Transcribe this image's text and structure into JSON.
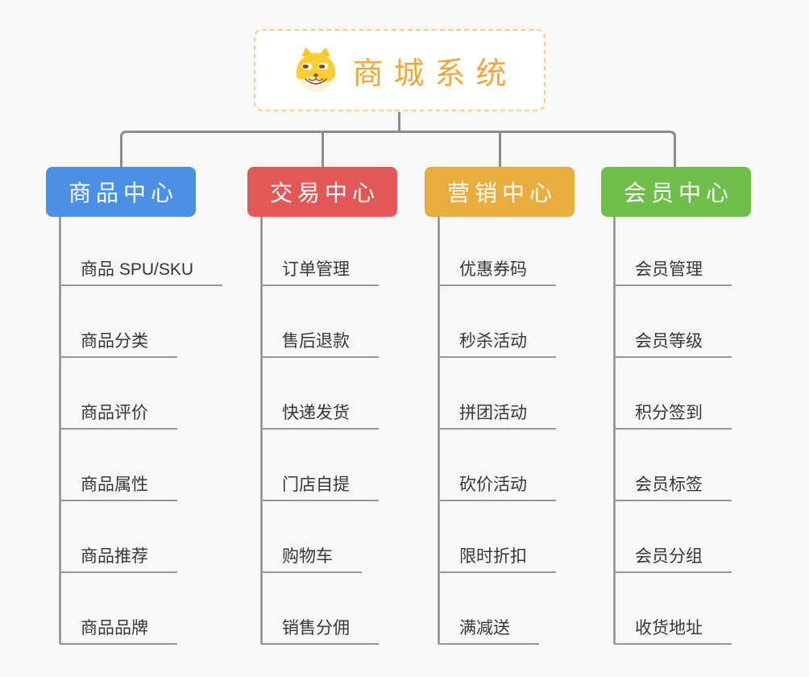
{
  "app": {
    "type": "mindmap",
    "background_color": "#F8F8F8",
    "connector_color": "#8C8C8C",
    "underline_color": "#979797",
    "item_text_color": "#373737"
  },
  "root": {
    "title": "商城系统",
    "icon": "dog-face-icon",
    "title_color": "#F2A63C",
    "border_color": "#F5CD90",
    "background": "#FFFFFF"
  },
  "branches": [
    {
      "label": "商品中心",
      "color": "#4A90E6",
      "items": [
        "商品 SPU/SKU",
        "商品分类",
        "商品评价",
        "商品属性",
        "商品推荐",
        "商品品牌"
      ]
    },
    {
      "label": "交易中心",
      "color": "#E45757",
      "items": [
        "订单管理",
        "售后退款",
        "快递发货",
        "门店自提",
        "购物车",
        "销售分佣"
      ]
    },
    {
      "label": "营销中心",
      "color": "#EAAC3E",
      "items": [
        "优惠券码",
        "秒杀活动",
        "拼团活动",
        "砍价活动",
        "限时折扣",
        "满减送"
      ]
    },
    {
      "label": "会员中心",
      "color": "#70BE4A",
      "items": [
        "会员管理",
        "会员等级",
        "积分签到",
        "会员标签",
        "会员分组",
        "收货地址"
      ]
    }
  ]
}
